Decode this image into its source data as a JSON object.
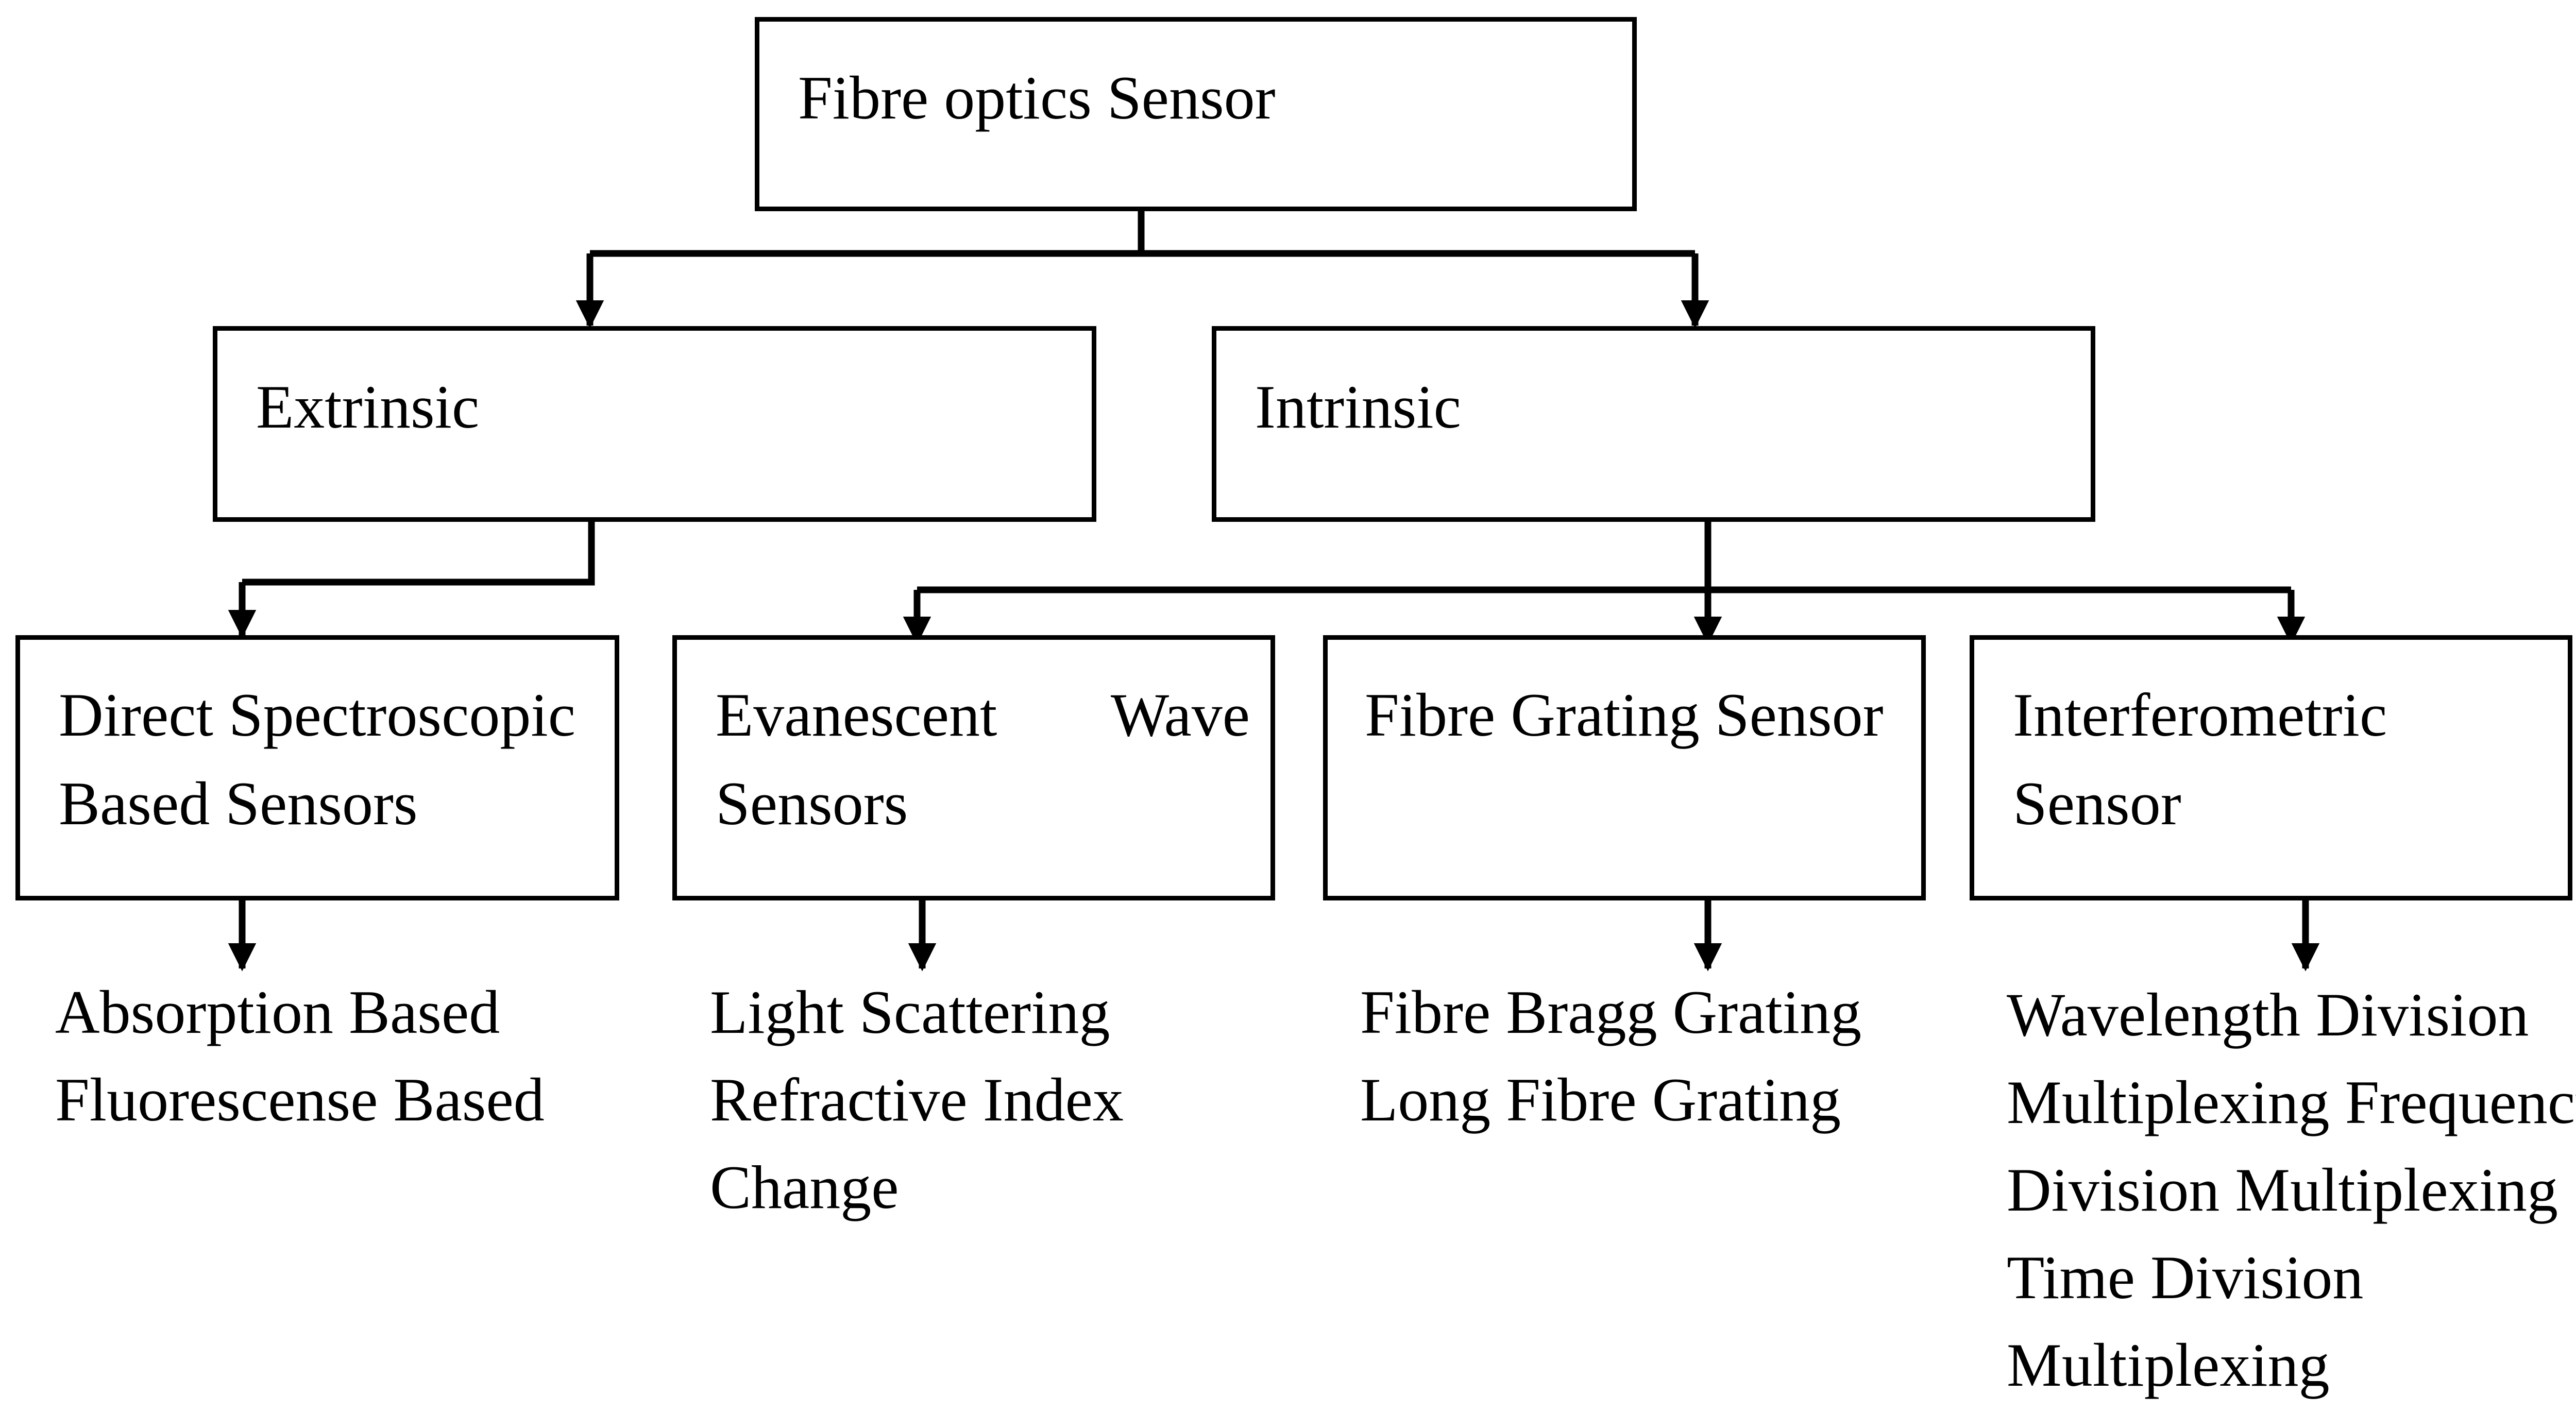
{
  "root": {
    "label": "Fibre optics Sensor"
  },
  "level1": {
    "extrinsic": "Extrinsic",
    "intrinsic": "Intrinsic"
  },
  "level2": {
    "direct": "Direct Spectroscopic\nBased Sensors",
    "evanescent_line1": "Evanescent",
    "evanescent_line1b": "Wave",
    "evanescent_line2": "Sensors",
    "grating": "Fibre Grating Sensor",
    "interferometric": "Interferometric\nSensor"
  },
  "leaves": {
    "direct": [
      "Absorption Based",
      "Fluorescense Based"
    ],
    "evanescent": [
      "Light Scattering",
      "Refractive Index",
      "Change"
    ],
    "grating": [
      "Fibre Bragg Grating",
      "Long Fibre Grating"
    ],
    "interferometric": [
      "Wavelength Division",
      "Multiplexing Frequency",
      "Division Multiplexing",
      "Time Division",
      "Multiplexing"
    ]
  },
  "colors": {
    "line": "#000000",
    "background": "#ffffff"
  }
}
